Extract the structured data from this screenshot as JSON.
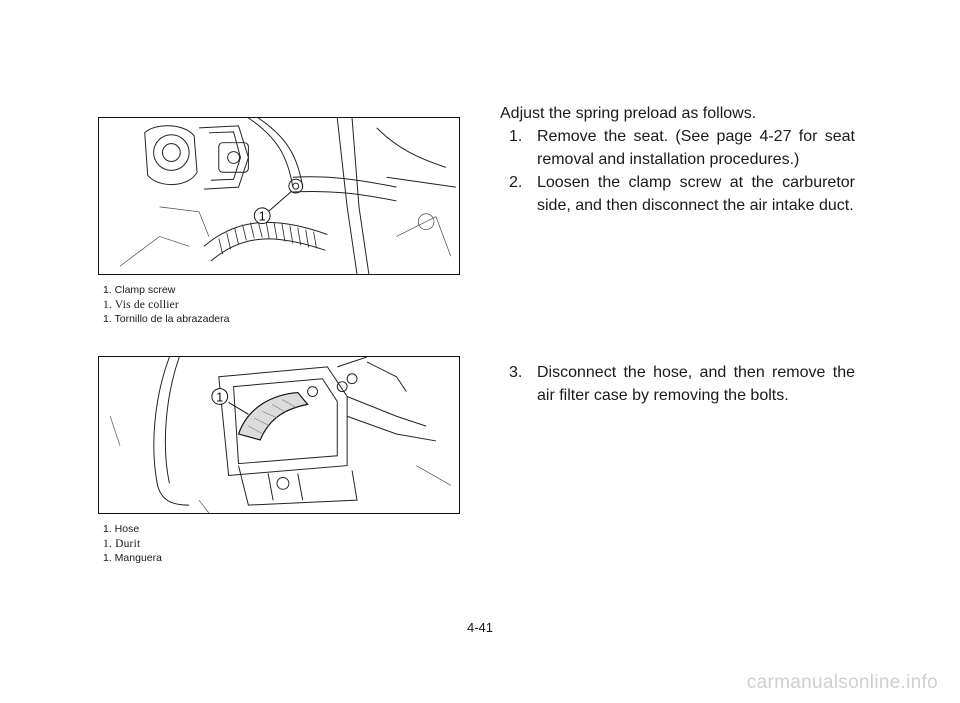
{
  "figure1": {
    "callout": "1",
    "caption": {
      "en": "1.  Clamp screw",
      "fr": "1.  Vis de collier",
      "es": "1.  Tornillo de la abrazadera"
    }
  },
  "figure2": {
    "callout": "1",
    "caption": {
      "en": "1.  Hose",
      "fr": "1.  Durit",
      "es": "1.  Manguera"
    }
  },
  "intro": "Adjust the spring preload as follows.",
  "steps_top": [
    {
      "num": "1.",
      "text": "Remove the seat. (See page 4-27 for seat removal and installation procedures.)"
    },
    {
      "num": "2.",
      "text": "Loosen the clamp screw at the carburetor side, and then disconnect the air intake duct."
    }
  ],
  "steps_bottom": [
    {
      "num": "3.",
      "text": "Disconnect the hose, and then remove the air filter case by removing the bolts."
    }
  ],
  "page_number": "4-41",
  "watermark": "carmanualsonline.info"
}
